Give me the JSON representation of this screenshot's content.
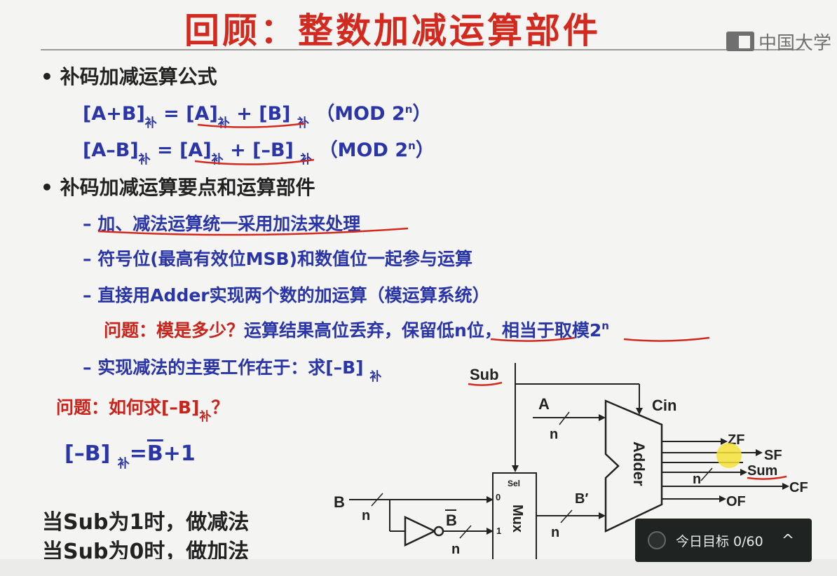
{
  "slide": {
    "title": "回顾：整数加减运算部件",
    "watermark": "中国大学",
    "bullet1": "• 补码加减运算公式",
    "formula1": {
      "lhs": "[A+B]",
      "eq": " = ",
      "a": "[A]",
      "plus": " + ",
      "b": "[B]",
      "mod": "（MOD 2",
      "close": "）"
    },
    "formula2": {
      "lhs": "[A–B]",
      "eq": " = ",
      "a": "[A]",
      "plus": " + ",
      "b": "[–B]",
      "mod": "（MOD 2",
      "close": "）"
    },
    "bu": "补",
    "n": "n",
    "bullet2": "• 补码加减运算要点和运算部件",
    "point1": "– 加、减法运算统一采用加法来处理",
    "point2": "– 符号位(最高有效位MSB)和数值位一起参与运算",
    "point3": "– 直接用Adder实现两个数的加运算（模运算系统）",
    "question1": "问题：模是多少？",
    "question1_blue": "运算结果高位丢弃，保留低n位，相当于取模2",
    "point4": "– 实现减法的主要工作在于：求[–B]",
    "question2": "问题：如何求[–B]",
    "qmark": "？",
    "neg_b_lhs": "[–B]",
    "neg_b_eq": "=",
    "neg_b_bbar": "B",
    "neg_b_plus": "+1",
    "sub1": "当Sub为1时，做减法",
    "sub0": "当Sub为0时，做加法"
  },
  "diagram": {
    "sub": "Sub",
    "a": "A",
    "cin": "Cin",
    "b": "B",
    "bbar": "B",
    "bprime": "B′",
    "n": "n",
    "adder": "Adder",
    "mux": "Mux",
    "sel": "Sel",
    "in0": "0",
    "in1": "1",
    "zf": "ZF",
    "sf": "SF",
    "sum": "Sum",
    "cf": "CF",
    "of": "OF"
  },
  "widget": {
    "label": "今日目标 0/60",
    "chevron": "^"
  },
  "colors": {
    "title": "#d32a1f",
    "blue": "#2a35a8",
    "red": "#c9241b",
    "widget_bg": "#1f2422",
    "highlight": "#f4e23a"
  }
}
